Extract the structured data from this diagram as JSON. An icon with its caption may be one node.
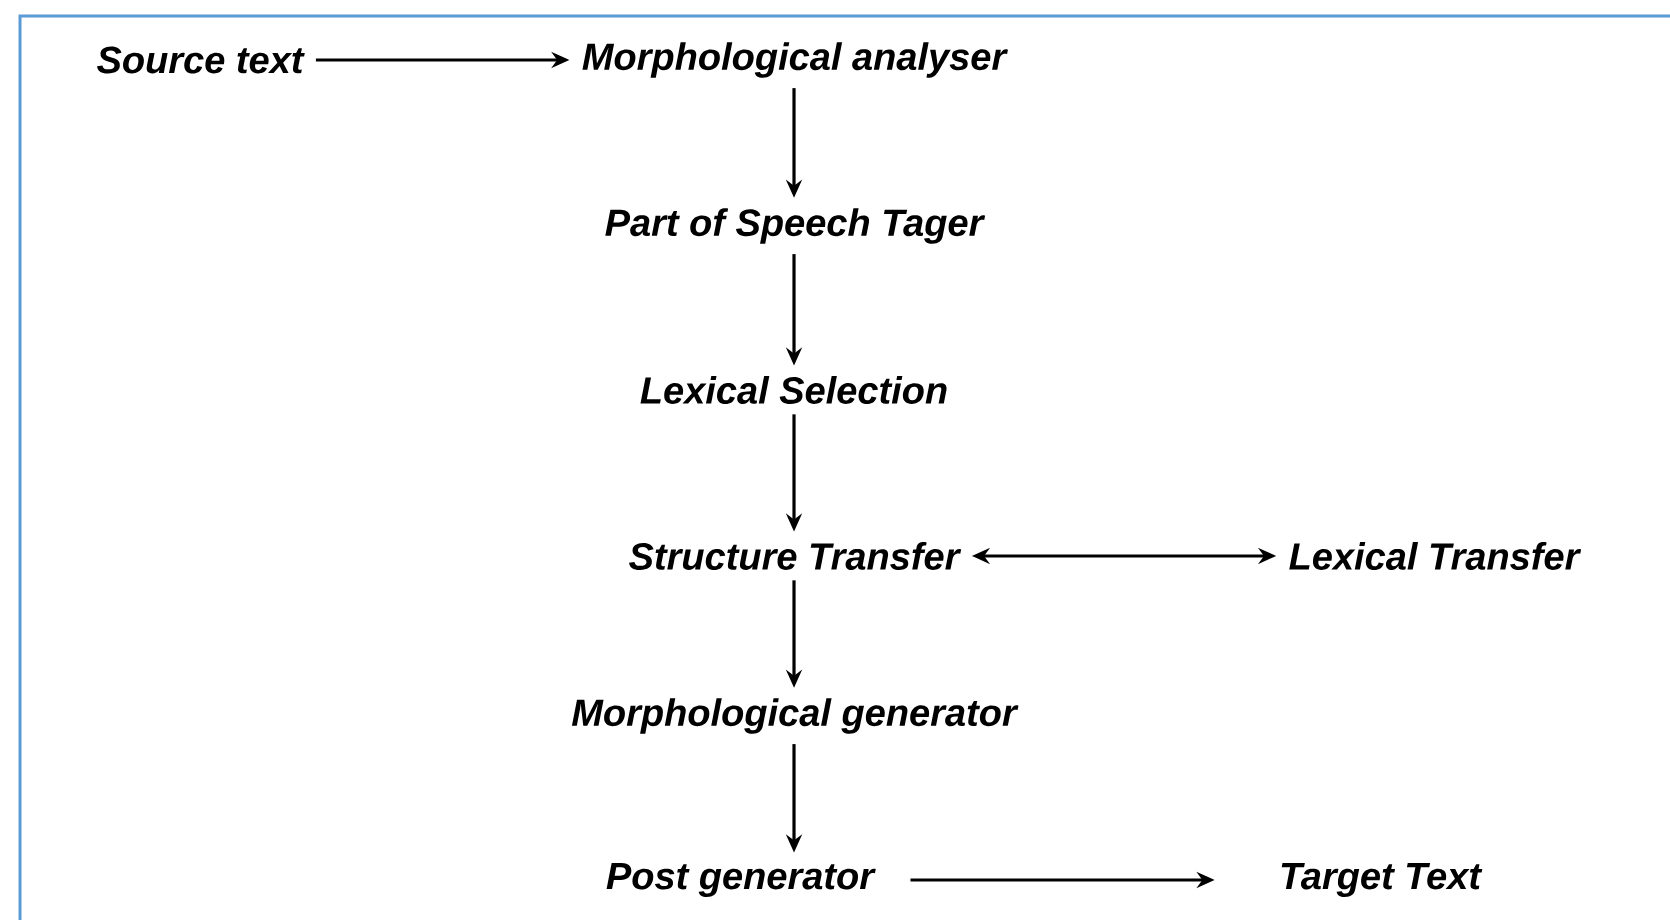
{
  "diagram": {
    "nodes": [
      {
        "text": [
          "Source text"
        ]
      },
      {
        "text": [
          "Morphological analyser"
        ]
      },
      {
        "text": [
          "Part of Speech Tager"
        ]
      },
      {
        "text": [
          "Lexical Selection"
        ]
      },
      {
        "text": [
          "Structure Transfer"
        ]
      },
      {
        "text": [
          "Lexical Transfer"
        ]
      },
      {
        "text": [
          "Morphological generator"
        ]
      },
      {
        "text": [
          "Post generator"
        ]
      },
      {
        "text": [
          "Target Text"
        ]
      }
    ],
    "edges": [
      {
        "from": 0,
        "to": 1,
        "arrow": "to"
      },
      {
        "from": 1,
        "to": 2,
        "arrow": "to"
      },
      {
        "from": 2,
        "to": 3,
        "arrow": "to"
      },
      {
        "from": 3,
        "to": 4,
        "arrow": "to"
      },
      {
        "from": 4,
        "to": 5,
        "arrow": "both"
      },
      {
        "from": 4,
        "to": 6,
        "arrow": "to"
      },
      {
        "from": 6,
        "to": 7,
        "arrow": "to"
      },
      {
        "from": 7,
        "to": 8,
        "arrow": "to"
      }
    ]
  }
}
